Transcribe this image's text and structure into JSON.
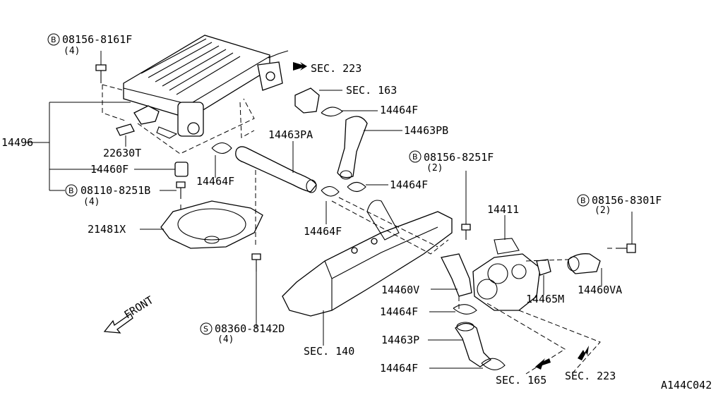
{
  "diagram": {
    "labels": {
      "b_08156_8161f": "08156-8161F",
      "q4_a": "(4)",
      "sec_223_top": "SEC. 223",
      "sec_163": "SEC. 163",
      "p14464f_a": "14464F",
      "p14463pb": "14463PB",
      "p14463pa": "14463PA",
      "p14496": "14496",
      "p22630t": "22630T",
      "p14464f_b": "14464F",
      "b_08156_8251f": "08156-8251F",
      "q2_a": "(2)",
      "p14460f": "14460F",
      "p14464f_c": "14464F",
      "b_08110_8251b": "08110-8251B",
      "q4_b": "(4)",
      "p14411": "14411",
      "b_08156_8301f": "08156-8301F",
      "q2_b": "(2)",
      "p21481x": "21481X",
      "p14464f_d": "14464F",
      "p14460v": "14460V",
      "p14465m": "14465M",
      "p14460va": "14460VA",
      "p14464f_e": "14464F",
      "s_08360_8142d": "08360-8142D",
      "q4_c": "(4)",
      "p14463p": "14463P",
      "sec_140": "SEC. 140",
      "p14464f_f": "14464F",
      "sec_165": "SEC. 165",
      "sec_223_bottom": "SEC. 223",
      "front": "FRONT",
      "figure_code": "A144C042"
    },
    "circle_marks": {
      "b": "B",
      "s": "S"
    }
  }
}
